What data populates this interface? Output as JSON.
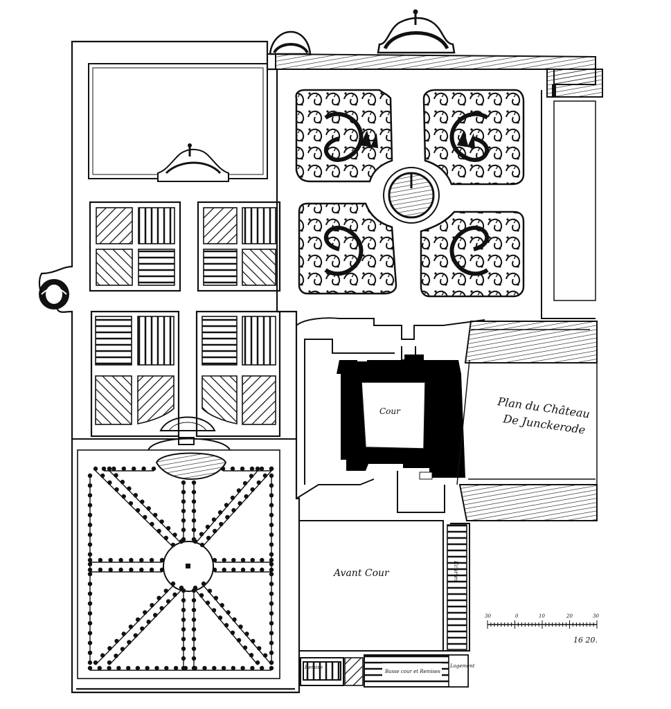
{
  "title_line1": "Plan du Château",
  "title_line2": "De Junckerode",
  "labels": {
    "cour": "Cour",
    "avant_cour": "Avant Cour",
    "ecuries": "Ecuries",
    "remise": "Remise",
    "logement": "Logement",
    "bottom_building": "Basse cour et Remises"
  },
  "scale": {
    "ticks": [
      "30",
      "0",
      "10",
      "20",
      "30"
    ],
    "figure": "16 20."
  },
  "colors": {
    "ink": "#111111",
    "paper": "#ffffff",
    "wall": "#000000"
  }
}
